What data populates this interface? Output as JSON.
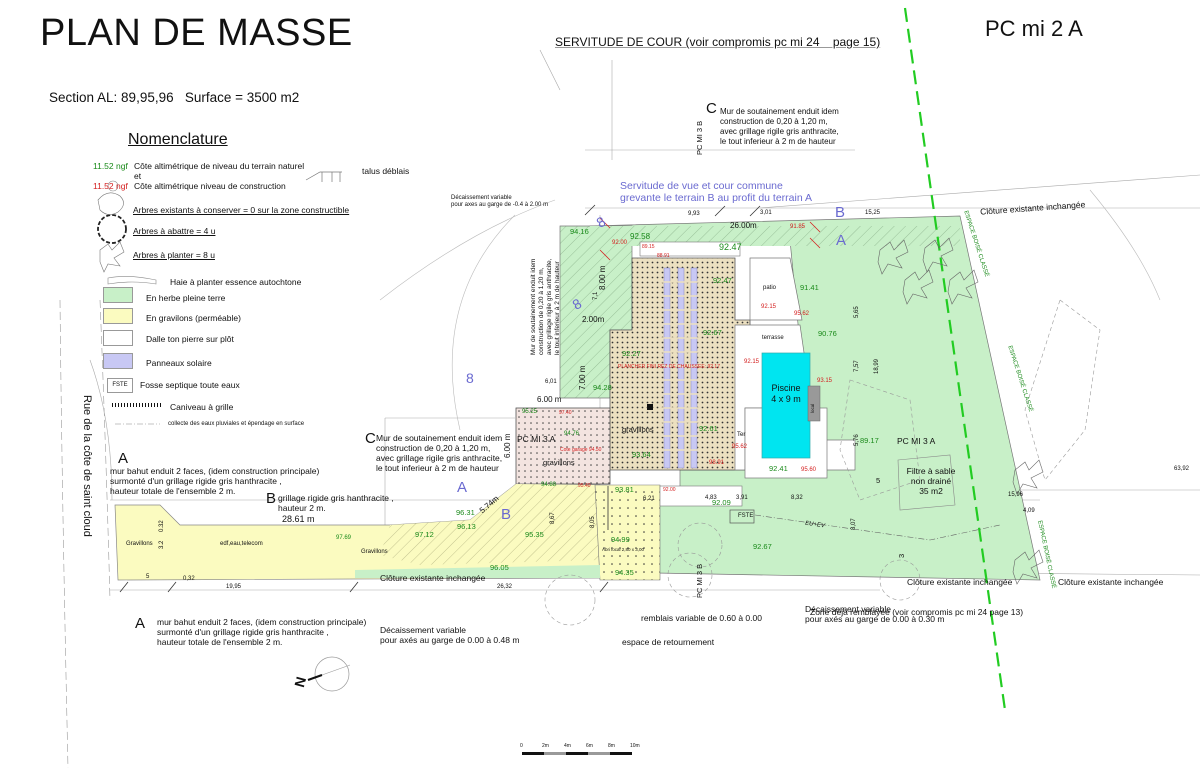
{
  "header": {
    "title": "PLAN DE MASSE",
    "permit_ref": "PC mi 2 A",
    "section_info": "Section AL: 89,95,96   Surface = 3500 m2",
    "servitude_cour": "SERVITUDE DE COUR (voir compromis pc mi 24    page 15)"
  },
  "legend": {
    "title": "Nomenclature",
    "level_natural_value": "11.52 ngf",
    "level_natural_label": "Côte altimétrique de niveau du terrain naturel",
    "level_and": "et",
    "level_construction_value": "11.52 ngf",
    "level_construction_label": "Côte altimétrique niveau de construction",
    "talus": "talus déblais",
    "trees_keep": "Arbres existants à conserver = 0 sur la zone constructible",
    "trees_cut": "Arbres à  abattre = 4 u",
    "trees_plant": "Arbres à planter =  8  u",
    "hedge": "Haie à planter essence autochtone",
    "grass": "En herbe pleine terre",
    "gravel": "En gravilons (perméable)",
    "slab": "Dalle ton pierre sur plôt",
    "solar": "Panneaux solaire",
    "septic_icon": "FSTE",
    "septic": "Fosse septique toute eaux",
    "gutter": "Caniveau à grille",
    "rainwater": "collecte des eaux pluviales et épendage en surface",
    "colors": {
      "grass": "#c8f0c8",
      "gravel": "#fbfbc0",
      "slab": "#ffffff",
      "solar": "#c8c8f4",
      "level_natural": "#1a8a1a",
      "level_construction": "#d42020"
    }
  },
  "street": "Rue de la côte de saint cloud",
  "notes": {
    "c_top_letter": "C",
    "c_top": "Mur de soutainement enduit idem\nconstruction de 0,20 à 1,20 m,\navec grillage rigile gris anthracite,\nle tout inferieur à 2 m de hauteur",
    "c_mid_letter": "C",
    "c_mid_1": "Mur de soutainement enduit idem",
    "c_mid_2": "construction de 0,20 à 1,20 m,",
    "c_mid_3": "avec grillage rigile gris anthracite,",
    "c_mid_4": "le tout inferieur à 2 m de hauteur",
    "a_top_letter": "A",
    "a_top_1": "mur bahut enduit 2 faces, (idem construction principale)",
    "a_top_2": " surmonté d'un grillage rigide gris hanthracite ,",
    "a_top_3": "hauteur totale de l'ensemble 2 m.",
    "b_letter": "B",
    "b_1": "grillage rigide gris hanthracite ,",
    "b_2": "hauteur  2 m.",
    "a_bot_letter": "A",
    "a_bot_1": "mur bahut enduit 2 faces, (idem construction principale)",
    "a_bot_2": " surmonté d'un grillage rigide gris hanthracite ,",
    "a_bot_3": "hauteur totale de l'ensemble 2 m.",
    "decaissement_top_1": "Décaissement variable",
    "decaissement_top_2": "pour axes au garge de -0.4 à 2.00 m",
    "decaissement_bot_1": "Décaissement variable",
    "decaissement_bot_2": "pour axés au garge de 0.00 à 0.48 m",
    "decaissement_right_1": "Décaissement variable",
    "decaissement_right_2": "pour axés au garge de 0.00 à 0.30 m",
    "zone_remblayee": "Zone déjà remblayée (voir compromis pc mi 24     page 13)",
    "remblais": "remblais variable de 0.60 à 0.00",
    "retournement": "espace de retournement",
    "servitude_vue_1": "Servitude de vue et cour commune",
    "servitude_vue_2": "grevante le terrain B au profit du terrain A",
    "cloture_bottom": "Clôture existante inchangée",
    "cloture_top": "Clôture existante inchangée",
    "cloture_br1": "Clôture existante inchangée",
    "cloture_br2": "Clôture existante inchangée",
    "espace_boise": "ESPACE BOISÉ CLASSÉ",
    "filtre_1": "Filtre à sable",
    "filtre_2": "non drainé",
    "filtre_3": "35 m2",
    "pc_mi_3a": "PC MI 3 A",
    "pc_mi_3a_left": "PC MI 3 A",
    "pc_mi_3b_top": "PC MI 3 B",
    "pc_mi_3b_bot": "PC MI 3 B",
    "eu_ev": "EU+EV",
    "edf": "edf,eau,telecom",
    "plancher": "PLANCHER FINI REZ DE CHAUSSEE: 92.17",
    "cote_garage": "Cote garage 94.50",
    "abri_local": "Abri local 2,80 x 3,00"
  },
  "areas": {
    "patio": "patio",
    "terrasse": "terrasse",
    "ter": "Ter",
    "pool_1": "Piscine",
    "pool_2": "4 x 9 m",
    "pool_local": "local",
    "gravillons_main": "gravillons",
    "gravillons_left": "gravillons",
    "gravillons_access1": "Gravillons",
    "gravillons_access2": "Gravillons"
  },
  "levels_green": [
    "94.16",
    "92.58",
    "92.47",
    "92.47",
    "91.41",
    "90.76",
    "92.67",
    "92.27",
    "94.28",
    "95.25",
    "94.76",
    "93.64",
    "92.61",
    "89.17",
    "92.41",
    "94.88",
    "93.81",
    "92.09",
    "92.67",
    "96.31",
    "96.13",
    "97.12",
    "95.35",
    "96.05",
    "94.99",
    "94.35",
    "97.69"
  ],
  "levels_red": [
    "92.00",
    "89.15",
    "88.91",
    "91.85",
    "92.15",
    "95.62",
    "92.15",
    "93.15",
    "95.62",
    "98.91",
    "95.60",
    "97.40",
    "92.00",
    "95.40"
  ],
  "dimensions": {
    "d26": "26.00m",
    "d993": "9,93",
    "d301": "3,01",
    "d1525": "15,25",
    "d800": "8.00 m",
    "d200": "2.00m",
    "d700": "7.00 m",
    "d600a": "6.00 m",
    "d600b": "6.00 m",
    "d601": "6,01",
    "d574": "5.74m",
    "d2861": "28.61 m",
    "d1995": "19,95",
    "d2632": "26,32",
    "d5": "5",
    "d032a": "0,32",
    "d032b": "0.32",
    "d32": "3.2",
    "d565": "5,65",
    "d757": "7,57",
    "d1899": "18,99",
    "d576": "5,76",
    "d807": "8,07",
    "d5b": "5",
    "d3": "3",
    "d1596": "15,96",
    "d6392": "63,92",
    "d409": "4,09",
    "d483": "4,83",
    "d391": "3,91",
    "d832": "8,32",
    "d621": "6,21",
    "d867": "8,67",
    "d805": "8,05",
    "d2": "2",
    "d71": "7,1"
  },
  "markers": {
    "a": "A",
    "b": "B",
    "eight": "8"
  },
  "scale_bar": {
    "labels": [
      "0",
      "2m",
      "4m",
      "6m",
      "8m",
      "10m"
    ]
  },
  "north": "N"
}
